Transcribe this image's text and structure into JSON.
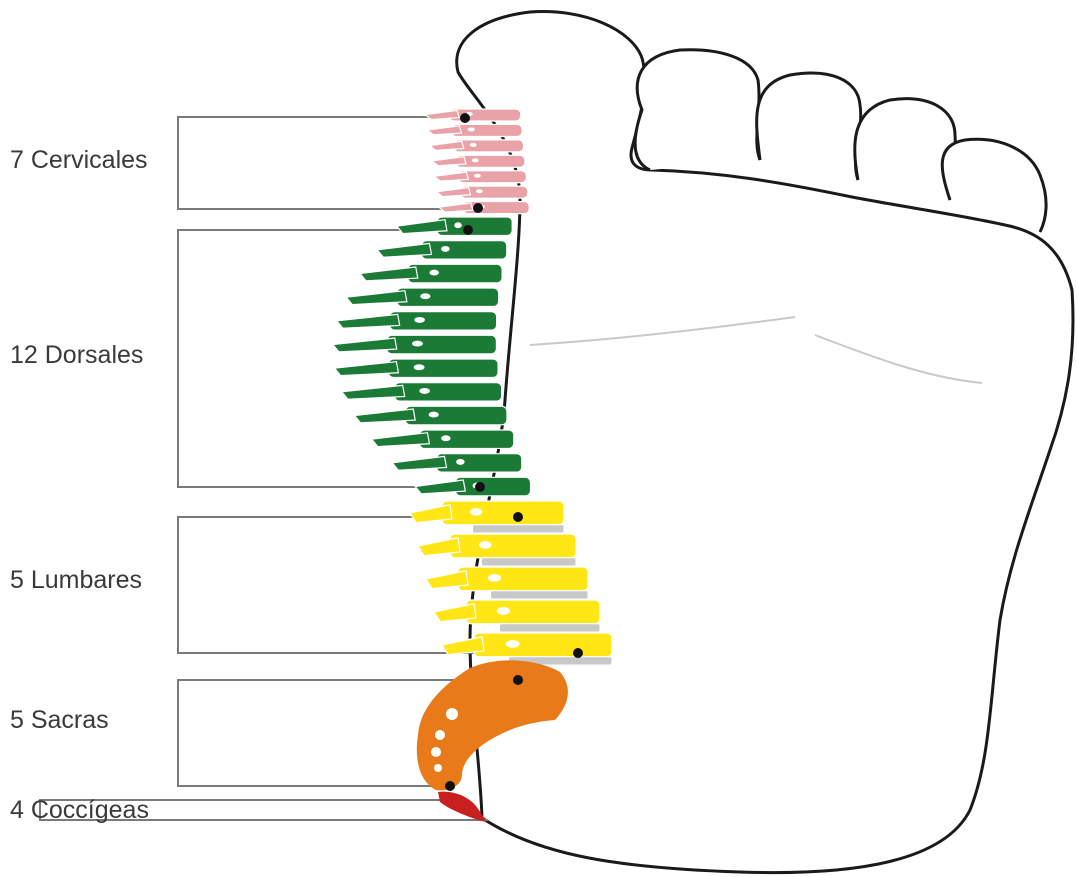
{
  "diagram": {
    "regions": [
      {
        "id": "cervical",
        "label": "7 Cervicales",
        "count": 7,
        "color": "#e8a2a8"
      },
      {
        "id": "dorsal",
        "label": "12 Dorsales",
        "count": 12,
        "color": "#1b7a35"
      },
      {
        "id": "lumbar",
        "label": "5 Lumbares",
        "count": 5,
        "color": "#ffe614"
      },
      {
        "id": "sacral",
        "label": "5 Sacras",
        "count": 5,
        "color": "#e97a1a"
      },
      {
        "id": "coccyx",
        "label": "4 Coccígeas",
        "count": 4,
        "color": "#c8201e"
      }
    ],
    "outline_color": "#1a1a1a",
    "bracket_color": "#7a7a7a",
    "disc_color": "#c8c8c8"
  }
}
